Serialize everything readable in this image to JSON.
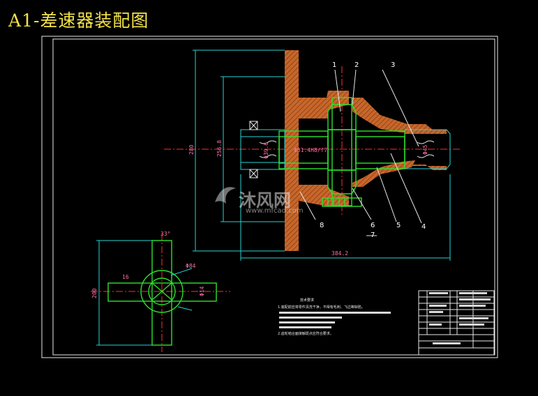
{
  "title": "A1-差速器装配图",
  "dimensions": {
    "d_total_height": "280",
    "d_flange": "256.8",
    "d_bore": "Φ39.6",
    "fit": "Φ31.4H8/f7",
    "d_right": "Φ45",
    "overall_length": "384.2",
    "cross_angle": "33°",
    "cross_arm": "16",
    "cross_span": "200",
    "cross_dia": "Φ84",
    "cross_small": "Φ14"
  },
  "balloons": [
    "1",
    "2",
    "3",
    "4",
    "5",
    "6",
    "7",
    "8"
  ],
  "notes": {
    "heading": "技术要求",
    "line1": "1.装配前应将零件清洗干净，不得有毛刺、飞边等缺陷。",
    "line2": "2.齿轮啮合面接触斑点应符合要求。"
  },
  "watermark": {
    "name": "沐风网",
    "url": "www.mfcad.com"
  },
  "colors": {
    "title": "#f2e24a",
    "outline": "#27d3d3",
    "part": "#2ee02e",
    "centerline": "#ff2b2b",
    "dimension_text": "#ff6fa8",
    "section_fill": "#c8662a"
  }
}
